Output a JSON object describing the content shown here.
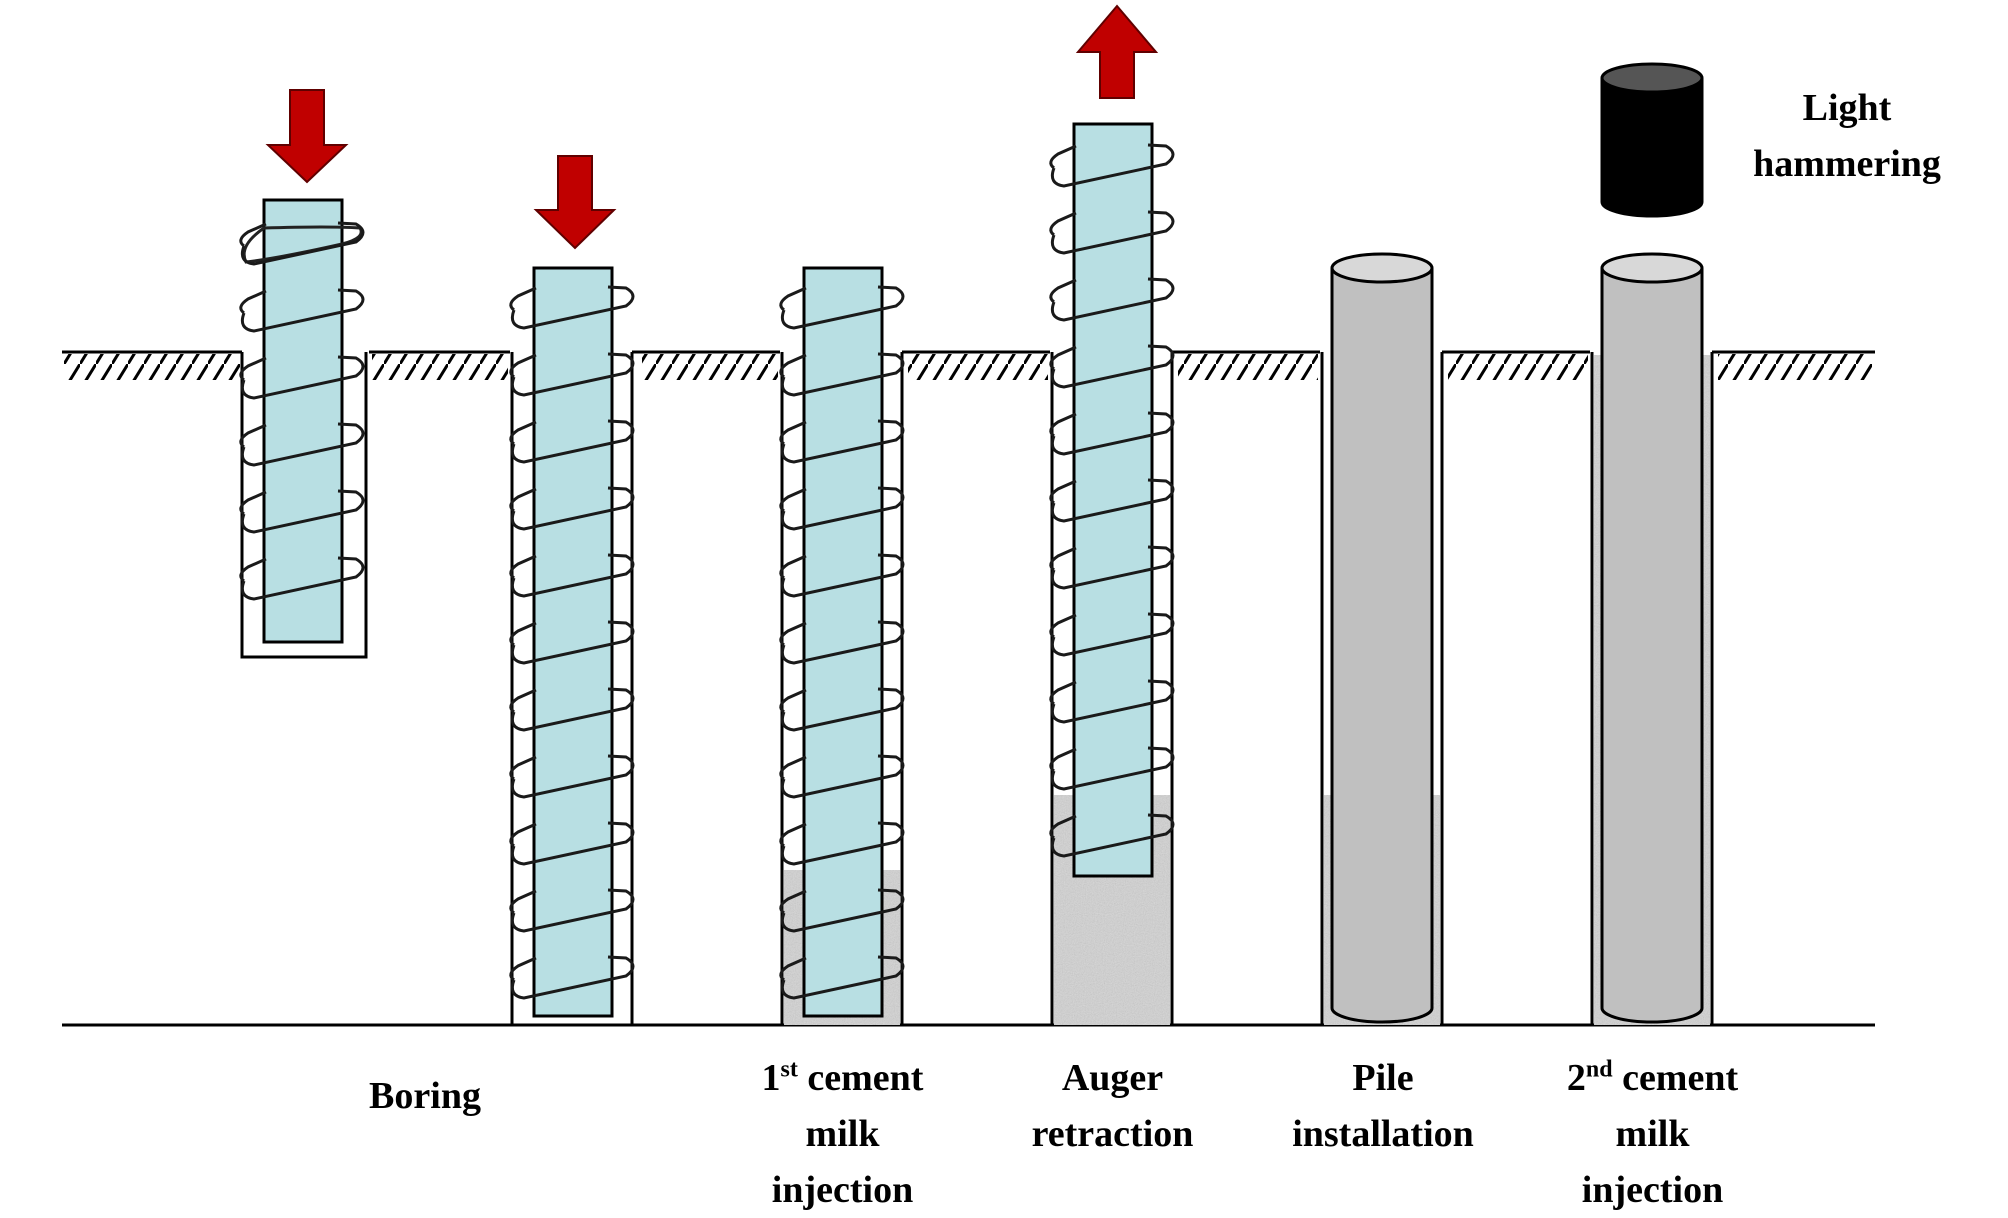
{
  "steps": [
    {
      "label": "Boring"
    },
    {
      "label_sup_prefix": "1",
      "label_sup": "st",
      "label_line1_rest": " cement",
      "label_line2": "milk",
      "label_line3": "injection"
    },
    {
      "label_line1": "Auger",
      "label_line2": "retraction"
    },
    {
      "label_line1": "Pile",
      "label_line2": "installation"
    },
    {
      "label_sup_prefix": "2",
      "label_sup": "nd",
      "label_line1_rest": " cement",
      "label_line2": "milk",
      "label_line3": "injection"
    }
  ],
  "hammer": {
    "label_line1": "Light",
    "label_line2": "hammering"
  },
  "colors": {
    "auger_fill": "#b8dfe3",
    "arrow": "#c00000",
    "pile_fill": "#c0c0c0",
    "hammer_fill": "#000000",
    "cement_fill": "#cfcfcf"
  }
}
